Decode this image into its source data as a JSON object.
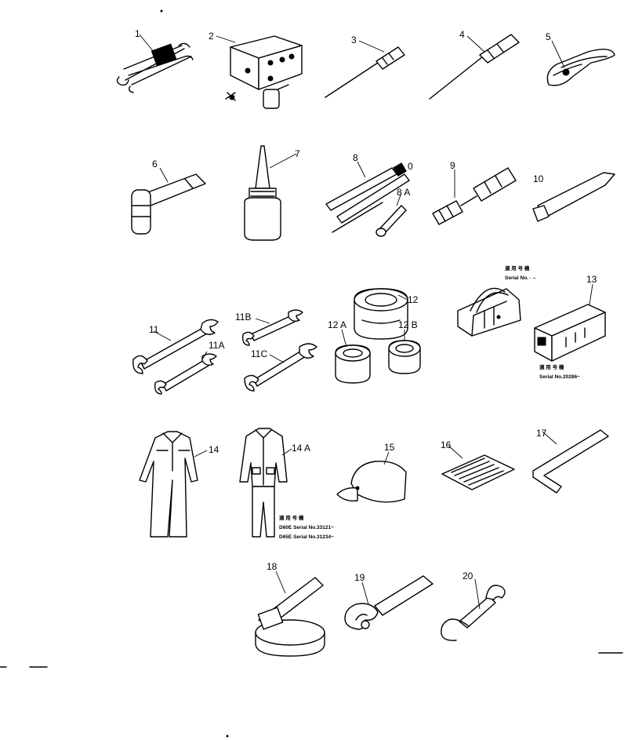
{
  "labels": {
    "l1": "1",
    "l2": "2",
    "l3": "3",
    "l4": "4",
    "l5": "5",
    "l6": "6",
    "l7": "7",
    "l8": "8",
    "l8a": "8 A",
    "l8b": "0",
    "l9": "9",
    "l10": "10",
    "l11": "11",
    "l11a": "11A",
    "l11b": "11B",
    "l11c": "11C",
    "l12": "12",
    "l12a": "12 A",
    "l12b": "12 B",
    "l13": "13",
    "l14": "14",
    "l14a": "14 A",
    "l15": "15",
    "l16": "16",
    "l17": "17",
    "l18": "18",
    "l19": "19",
    "l20": "20"
  },
  "notes": {
    "n13_top_a": "適 用 号 機",
    "n13_top_b": "Serial No.   ·   –",
    "n13_bot_a": "適 用 号 機",
    "n13_bot_b": "Serial No.20286~",
    "n14_a": "適 用 号 機",
    "n14_b": "D60E     Serial  No.33121~",
    "n14_c": "D65E     Serial  No.31234~"
  },
  "colors": {
    "ink": "#000000",
    "paper": "#ffffff"
  }
}
